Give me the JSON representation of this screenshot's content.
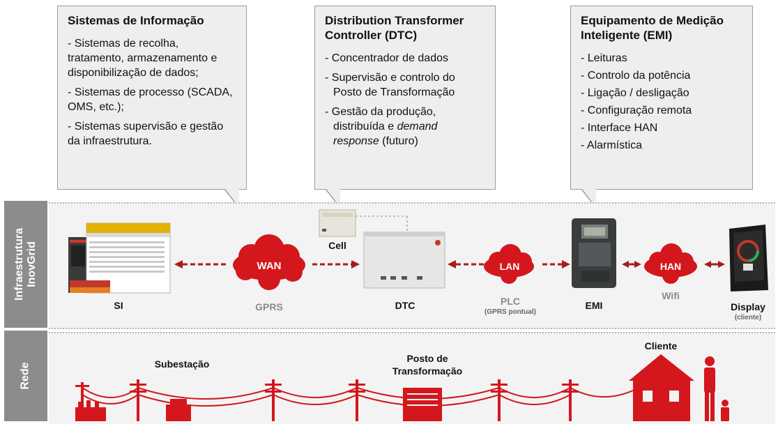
{
  "callouts": {
    "si": {
      "title": "Sistemas de Informação",
      "items": [
        "- Sistemas de recolha, tratamento, armazenamento e disponibilização de dados;",
        "- Sistemas de processo (SCADA, OMS, etc.);",
        "- Sistemas supervisão e gestão da infraestrutura."
      ]
    },
    "dtc": {
      "title": "Distribution Transformer Controller (DTC)",
      "items": [
        "- Concentrador de dados",
        "- Supervisão e controlo do Posto de Transformação",
        "- Gestão da produção, distribuída e demand response (futuro)"
      ],
      "item3_part1": "- Gestão da produção,",
      "item3_part2": "distribuída e",
      "item3_italic1": "demand",
      "item3_italic2": "response",
      "item3_part3": "(futuro)",
      "item2_line1": "- Supervisão e controlo do",
      "item2_line2": "Posto de Transformação"
    },
    "emi": {
      "title": "Equipamento de Medição Inteligente (EMI)",
      "items": [
        "- Leituras",
        "- Controlo da potência",
        "- Ligação / desligação",
        "- Configuração remota",
        "- Interface HAN",
        "- Alarmística"
      ]
    }
  },
  "bands": {
    "infra": "Infraestrutura InovGrid",
    "infra_line1": "Infraestrutura",
    "infra_line2": "InovGrid",
    "rede": "Rede"
  },
  "nodes": {
    "si": "SI",
    "cell": "Cell",
    "dtc": "DTC",
    "emi": "EMI",
    "display": "Display",
    "display_sub": "(cliente)"
  },
  "links": {
    "wan": "WAN",
    "wan_sub": "GPRS",
    "lan": "LAN",
    "lan_sub": "PLC",
    "lan_sub2": "(GPRS pontual)",
    "han": "HAN",
    "han_sub": "Wifi"
  },
  "network": {
    "subestacao": "Subestação",
    "posto_line1": "Posto de",
    "posto_line2": "Transformação",
    "cliente": "Cliente"
  },
  "colors": {
    "accent_red": "#c8102e",
    "band_grey": "#8c8c8c",
    "callout_bg": "#eeeeee"
  }
}
